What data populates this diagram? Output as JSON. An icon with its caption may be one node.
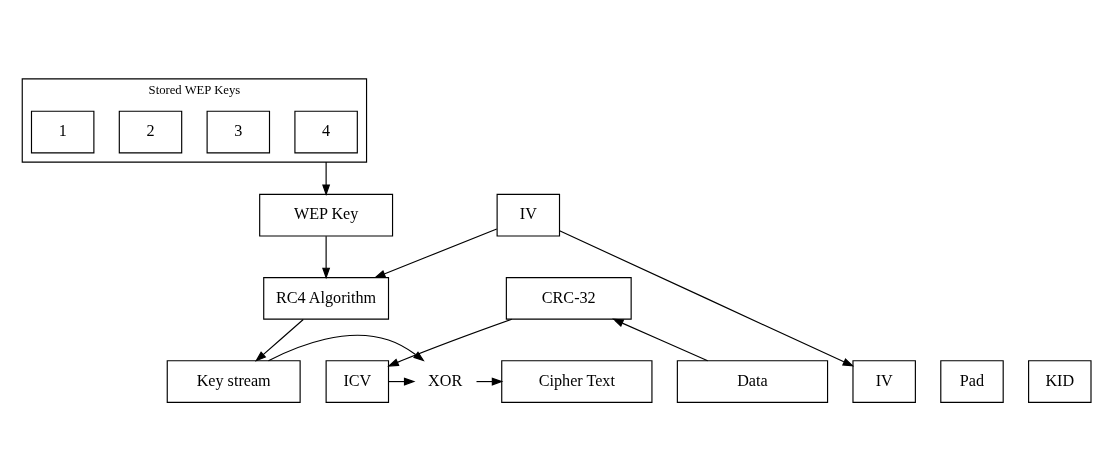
{
  "diagram": {
    "nodes": [
      {
        "text": [
          "Stored WEP Keys"
        ]
      },
      {
        "text": [
          "1"
        ],
        "in": 0
      },
      {
        "text": [
          "2"
        ],
        "in": 0
      },
      {
        "text": [
          "3"
        ],
        "in": 0
      },
      {
        "text": [
          "4"
        ],
        "in": 0
      },
      {
        "text": [
          "WEP Key"
        ]
      },
      {
        "text": [
          "IV"
        ]
      },
      {
        "text": [
          "RC4 Algorithm"
        ]
      },
      {
        "text": [
          "CRC-32"
        ]
      },
      {
        "text": [
          "Data"
        ]
      },
      {
        "text": [
          "ICV"
        ]
      },
      {
        "text": [
          "XOR"
        ]
      },
      {
        "text": [
          "Key stream"
        ]
      },
      {
        "text": [
          "IV"
        ]
      },
      {
        "text": [
          "Pad"
        ]
      },
      {
        "text": [
          "KID"
        ]
      },
      {
        "text": [
          "Cipher Text"
        ]
      }
    ],
    "edges": [
      {
        "from": 0,
        "to": 5,
        "arrow": "to"
      },
      {
        "from": 5,
        "to": 7,
        "arrow": "to"
      },
      {
        "from": 6,
        "to": 7,
        "arrow": "to"
      },
      {
        "from": 6,
        "to": 13,
        "arrow": "to"
      },
      {
        "from": 7,
        "to": 12,
        "arrow": "to"
      },
      {
        "from": 9,
        "to": 8,
        "arrow": "to"
      },
      {
        "from": 8,
        "to": 10,
        "arrow": "to"
      },
      {
        "from": 10,
        "to": 11,
        "arrow": "to"
      },
      {
        "from": 12,
        "to": 11,
        "arrow": "to"
      },
      {
        "from": 11,
        "to": 16,
        "arrow": "to"
      }
    ]
  }
}
